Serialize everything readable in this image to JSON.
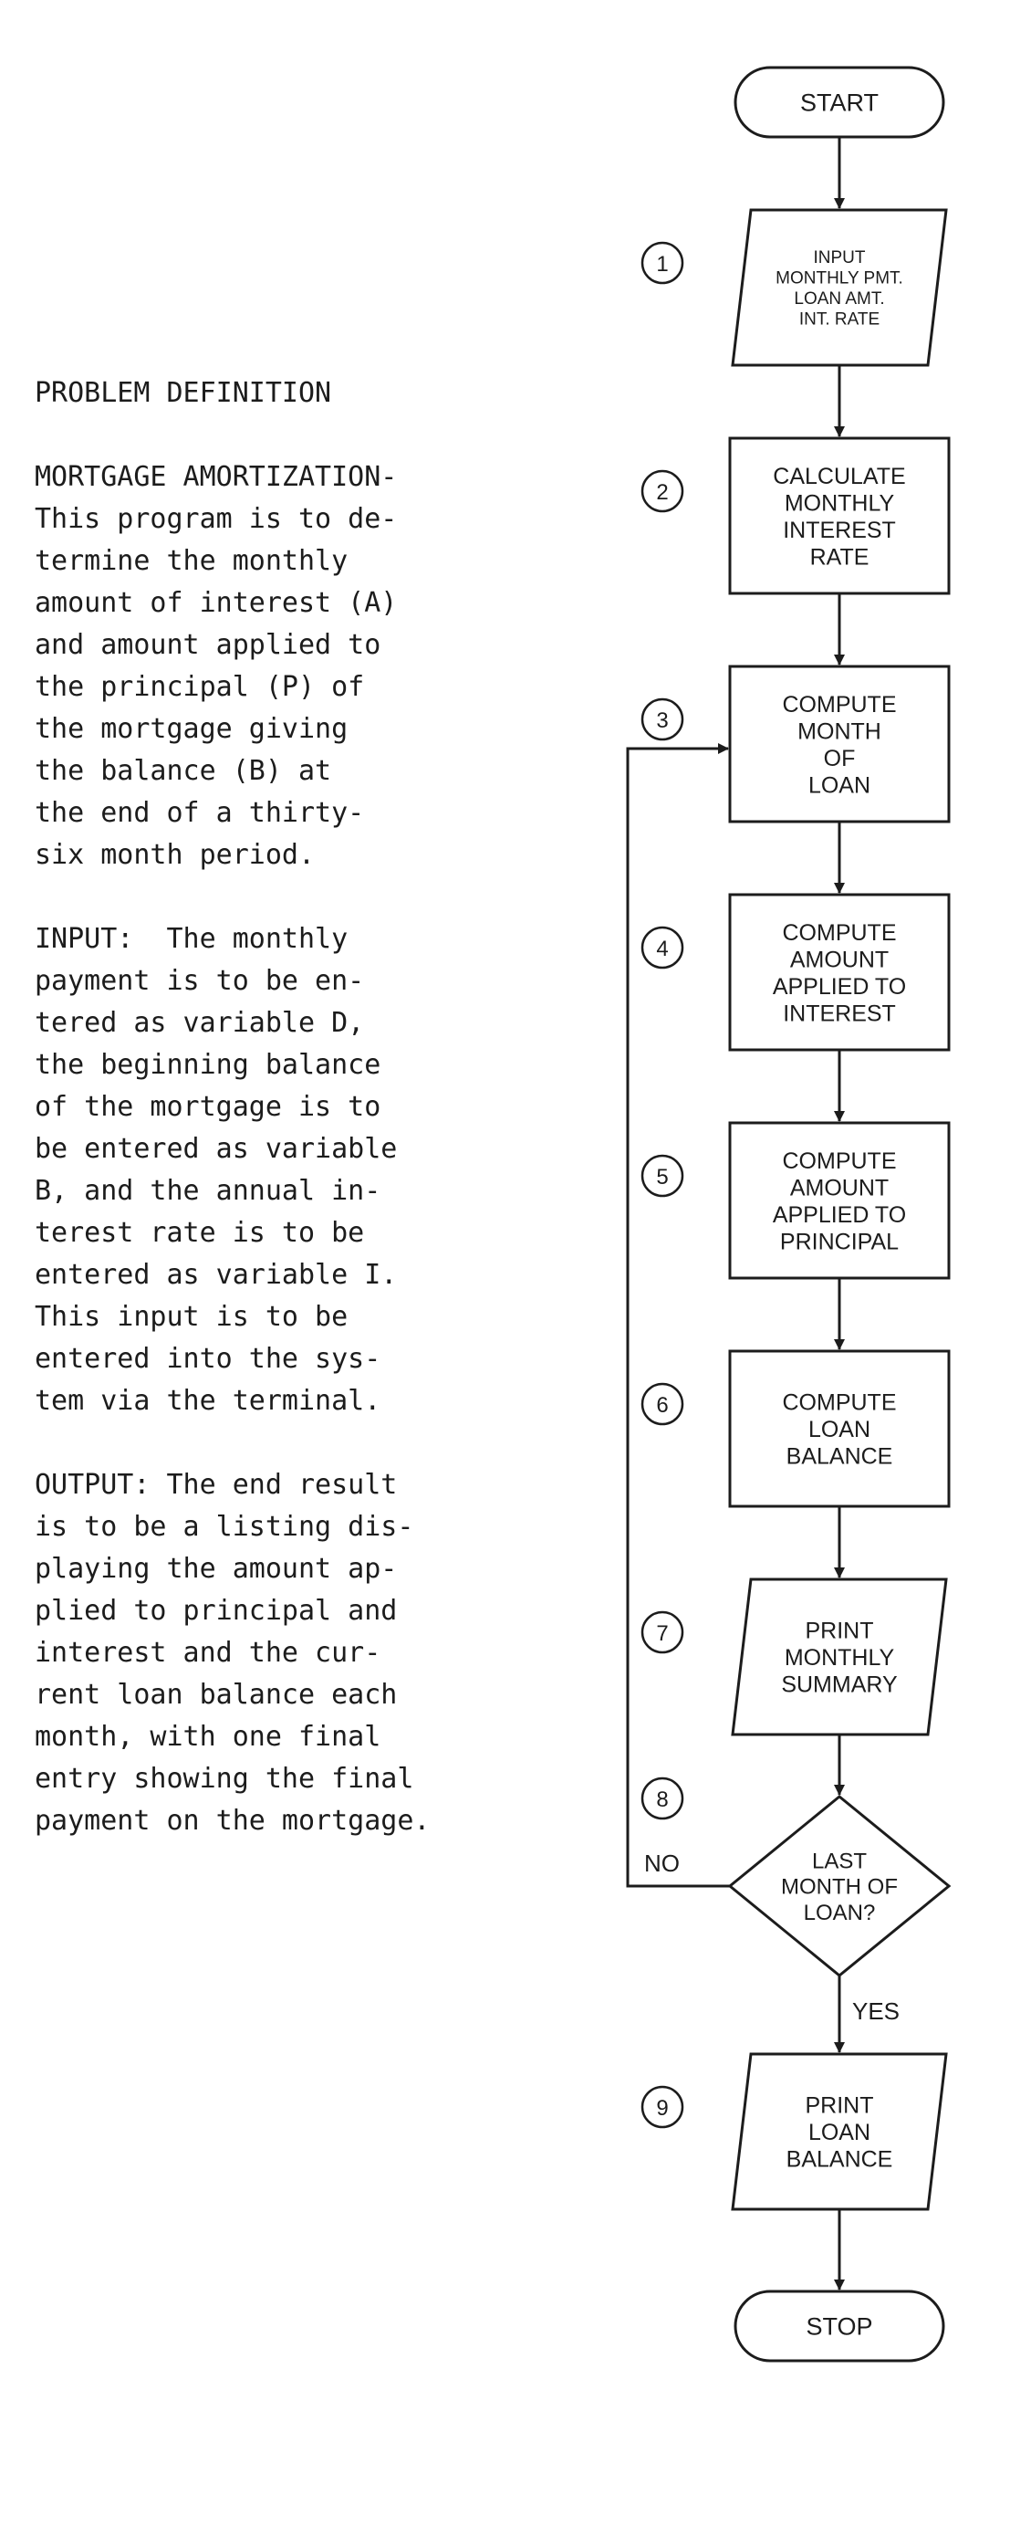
{
  "problem": {
    "heading": "PROBLEM DEFINITION",
    "definition_lines": [
      "MORTGAGE AMORTIZATION-",
      "This program is to de-",
      "termine the monthly",
      "amount of interest (A)",
      "and amount applied to",
      "the principal (P) of",
      "the mortgage giving",
      "the balance (B) at",
      "the end of a thirty-",
      "six month period."
    ],
    "input_lines": [
      "INPUT:  The monthly",
      "payment is to be en-",
      "tered as variable D,",
      "the beginning balance",
      "of the mortgage is to",
      "be entered as variable",
      "B, and the annual in-",
      "terest rate is to be",
      "entered as variable I.",
      "This input is to be",
      "entered into the sys-",
      "tem via the terminal."
    ],
    "output_lines": [
      "OUTPUT: The end result",
      "is to be a listing dis-",
      "playing the amount ap-",
      "plied to principal and",
      "interest and the cur-",
      "rent loan balance each",
      "month, with one final",
      "entry showing the final",
      "payment on the mortgage."
    ]
  },
  "flowchart": {
    "start": {
      "lines": [
        "START"
      ]
    },
    "stop": {
      "lines": [
        "STOP"
      ]
    },
    "steps": [
      {
        "number": "1",
        "shape": "io",
        "lines": [
          "INPUT",
          "MONTHLY PMT.",
          "LOAN AMT.",
          "INT. RATE"
        ]
      },
      {
        "number": "2",
        "shape": "process",
        "lines": [
          "CALCULATE",
          "MONTHLY",
          "INTEREST",
          "RATE"
        ]
      },
      {
        "number": "3",
        "shape": "process",
        "lines": [
          "COMPUTE",
          "MONTH",
          "OF",
          "LOAN"
        ]
      },
      {
        "number": "4",
        "shape": "process",
        "lines": [
          "COMPUTE",
          "AMOUNT",
          "APPLIED TO",
          "INTEREST"
        ]
      },
      {
        "number": "5",
        "shape": "process",
        "lines": [
          "COMPUTE",
          "AMOUNT",
          "APPLIED TO",
          "PRINCIPAL"
        ]
      },
      {
        "number": "6",
        "shape": "process",
        "lines": [
          "COMPUTE",
          "LOAN",
          "BALANCE"
        ]
      },
      {
        "number": "7",
        "shape": "io",
        "lines": [
          "PRINT",
          "MONTHLY",
          "SUMMARY"
        ]
      },
      {
        "number": "8",
        "shape": "decision",
        "lines": [
          "LAST",
          "MONTH OF",
          "LOAN?"
        ]
      },
      {
        "number": "9",
        "shape": "io",
        "lines": [
          "PRINT",
          "LOAN",
          "BALANCE"
        ]
      }
    ],
    "yes_label": "YES",
    "no_label": "NO"
  }
}
